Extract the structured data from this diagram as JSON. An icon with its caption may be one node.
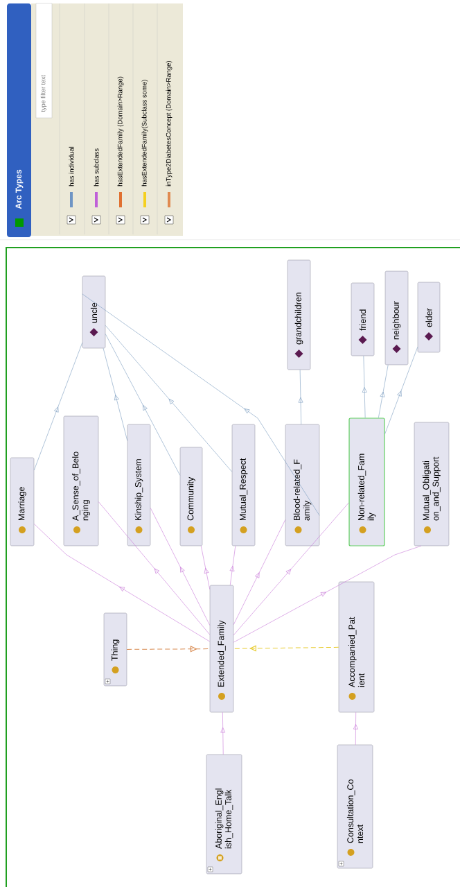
{
  "diagram": {
    "nodes": [
      {
        "text": [
          "uncle"
        ]
      },
      {
        "text": [
          "grandchildren"
        ]
      },
      {
        "text": [
          "friend"
        ]
      },
      {
        "text": [
          "neighbour"
        ]
      },
      {
        "text": [
          "elder"
        ]
      },
      {
        "text": [
          "Marriage"
        ]
      },
      {
        "text": [
          "A_Sense_of_Belo nging"
        ]
      },
      {
        "text": [
          "Kinship_System"
        ]
      },
      {
        "text": [
          "Community"
        ]
      },
      {
        "text": [
          "Mutual_Respect"
        ]
      },
      {
        "text": [
          "Blood-related_F amily"
        ]
      },
      {
        "text": [
          "Non-related_Fam ily"
        ]
      },
      {
        "text": [
          "Mutual_Obligati on_and_Support"
        ]
      },
      {
        "text": [
          "Thing"
        ]
      },
      {
        "text": [
          "Extended_Family"
        ]
      },
      {
        "text": [
          "Accompanied_Pat ient"
        ]
      },
      {
        "text": [
          "Aboriginal_Engl ish_Home_Talk"
        ]
      },
      {
        "text": [
          "Consultation_Co ntext"
        ]
      }
    ],
    "edges": [
      {
        "from": 5,
        "to": 0,
        "arrow": "to",
        "color": "#7a9cc0"
      },
      {
        "from": 7,
        "to": 0,
        "arrow": "to",
        "color": "#7a9cc0"
      },
      {
        "from": 8,
        "to": 0,
        "arrow": "to",
        "color": "#7a9cc0"
      },
      {
        "from": 9,
        "to": 0,
        "arrow": "to",
        "color": "#7a9cc0"
      },
      {
        "from": 10,
        "to": 0,
        "arrow": "to",
        "color": "#7a9cc0"
      },
      {
        "from": 10,
        "to": 1,
        "arrow": "to",
        "color": "#7a9cc0"
      },
      {
        "from": 11,
        "to": 2,
        "arrow": "to",
        "color": "#7a9cc0"
      },
      {
        "from": 11,
        "to": 3,
        "arrow": "to",
        "color": "#7a9cc0"
      },
      {
        "from": 11,
        "to": 4,
        "arrow": "to",
        "color": "#7a9cc0"
      },
      {
        "from": 14,
        "to": 5,
        "arrow": "to"
      },
      {
        "from": 14,
        "to": 6,
        "arrow": "to"
      },
      {
        "from": 14,
        "to": 7,
        "arrow": "to"
      },
      {
        "from": 14,
        "to": 8,
        "arrow": "to"
      },
      {
        "from": 14,
        "to": 9,
        "arrow": "to"
      },
      {
        "from": 14,
        "to": 10,
        "arrow": "to"
      },
      {
        "from": 14,
        "to": 11,
        "arrow": "to"
      },
      {
        "from": 14,
        "to": 12,
        "arrow": "to"
      },
      {
        "from": 16,
        "to": 14,
        "arrow": "to"
      },
      {
        "from": 17,
        "to": 15,
        "arrow": "to"
      },
      {
        "from": 13,
        "to": 14,
        "arrow": "to",
        "style": "dashed",
        "color": "#d88a50"
      },
      {
        "from": 15,
        "to": 14,
        "arrow": "to",
        "style": "dashed",
        "color": "#e8cc30"
      }
    ],
    "labels": [
      "Arc Types",
      "type filter text"
    ],
    "legend": [
      {
        "text": "has individual",
        "color": "#6f95c4"
      },
      {
        "text": "has subclass",
        "color": "#c060d8"
      },
      {
        "text": "hasExtendedFamily (Domain>Range)",
        "color": "#e07030"
      },
      {
        "text": "hasExtendedFamily(Subclass some)",
        "color": "#f5d020"
      },
      {
        "text": "inType2DiabetesConcept (Domain>Range)",
        "color": "#e08a50"
      }
    ]
  }
}
